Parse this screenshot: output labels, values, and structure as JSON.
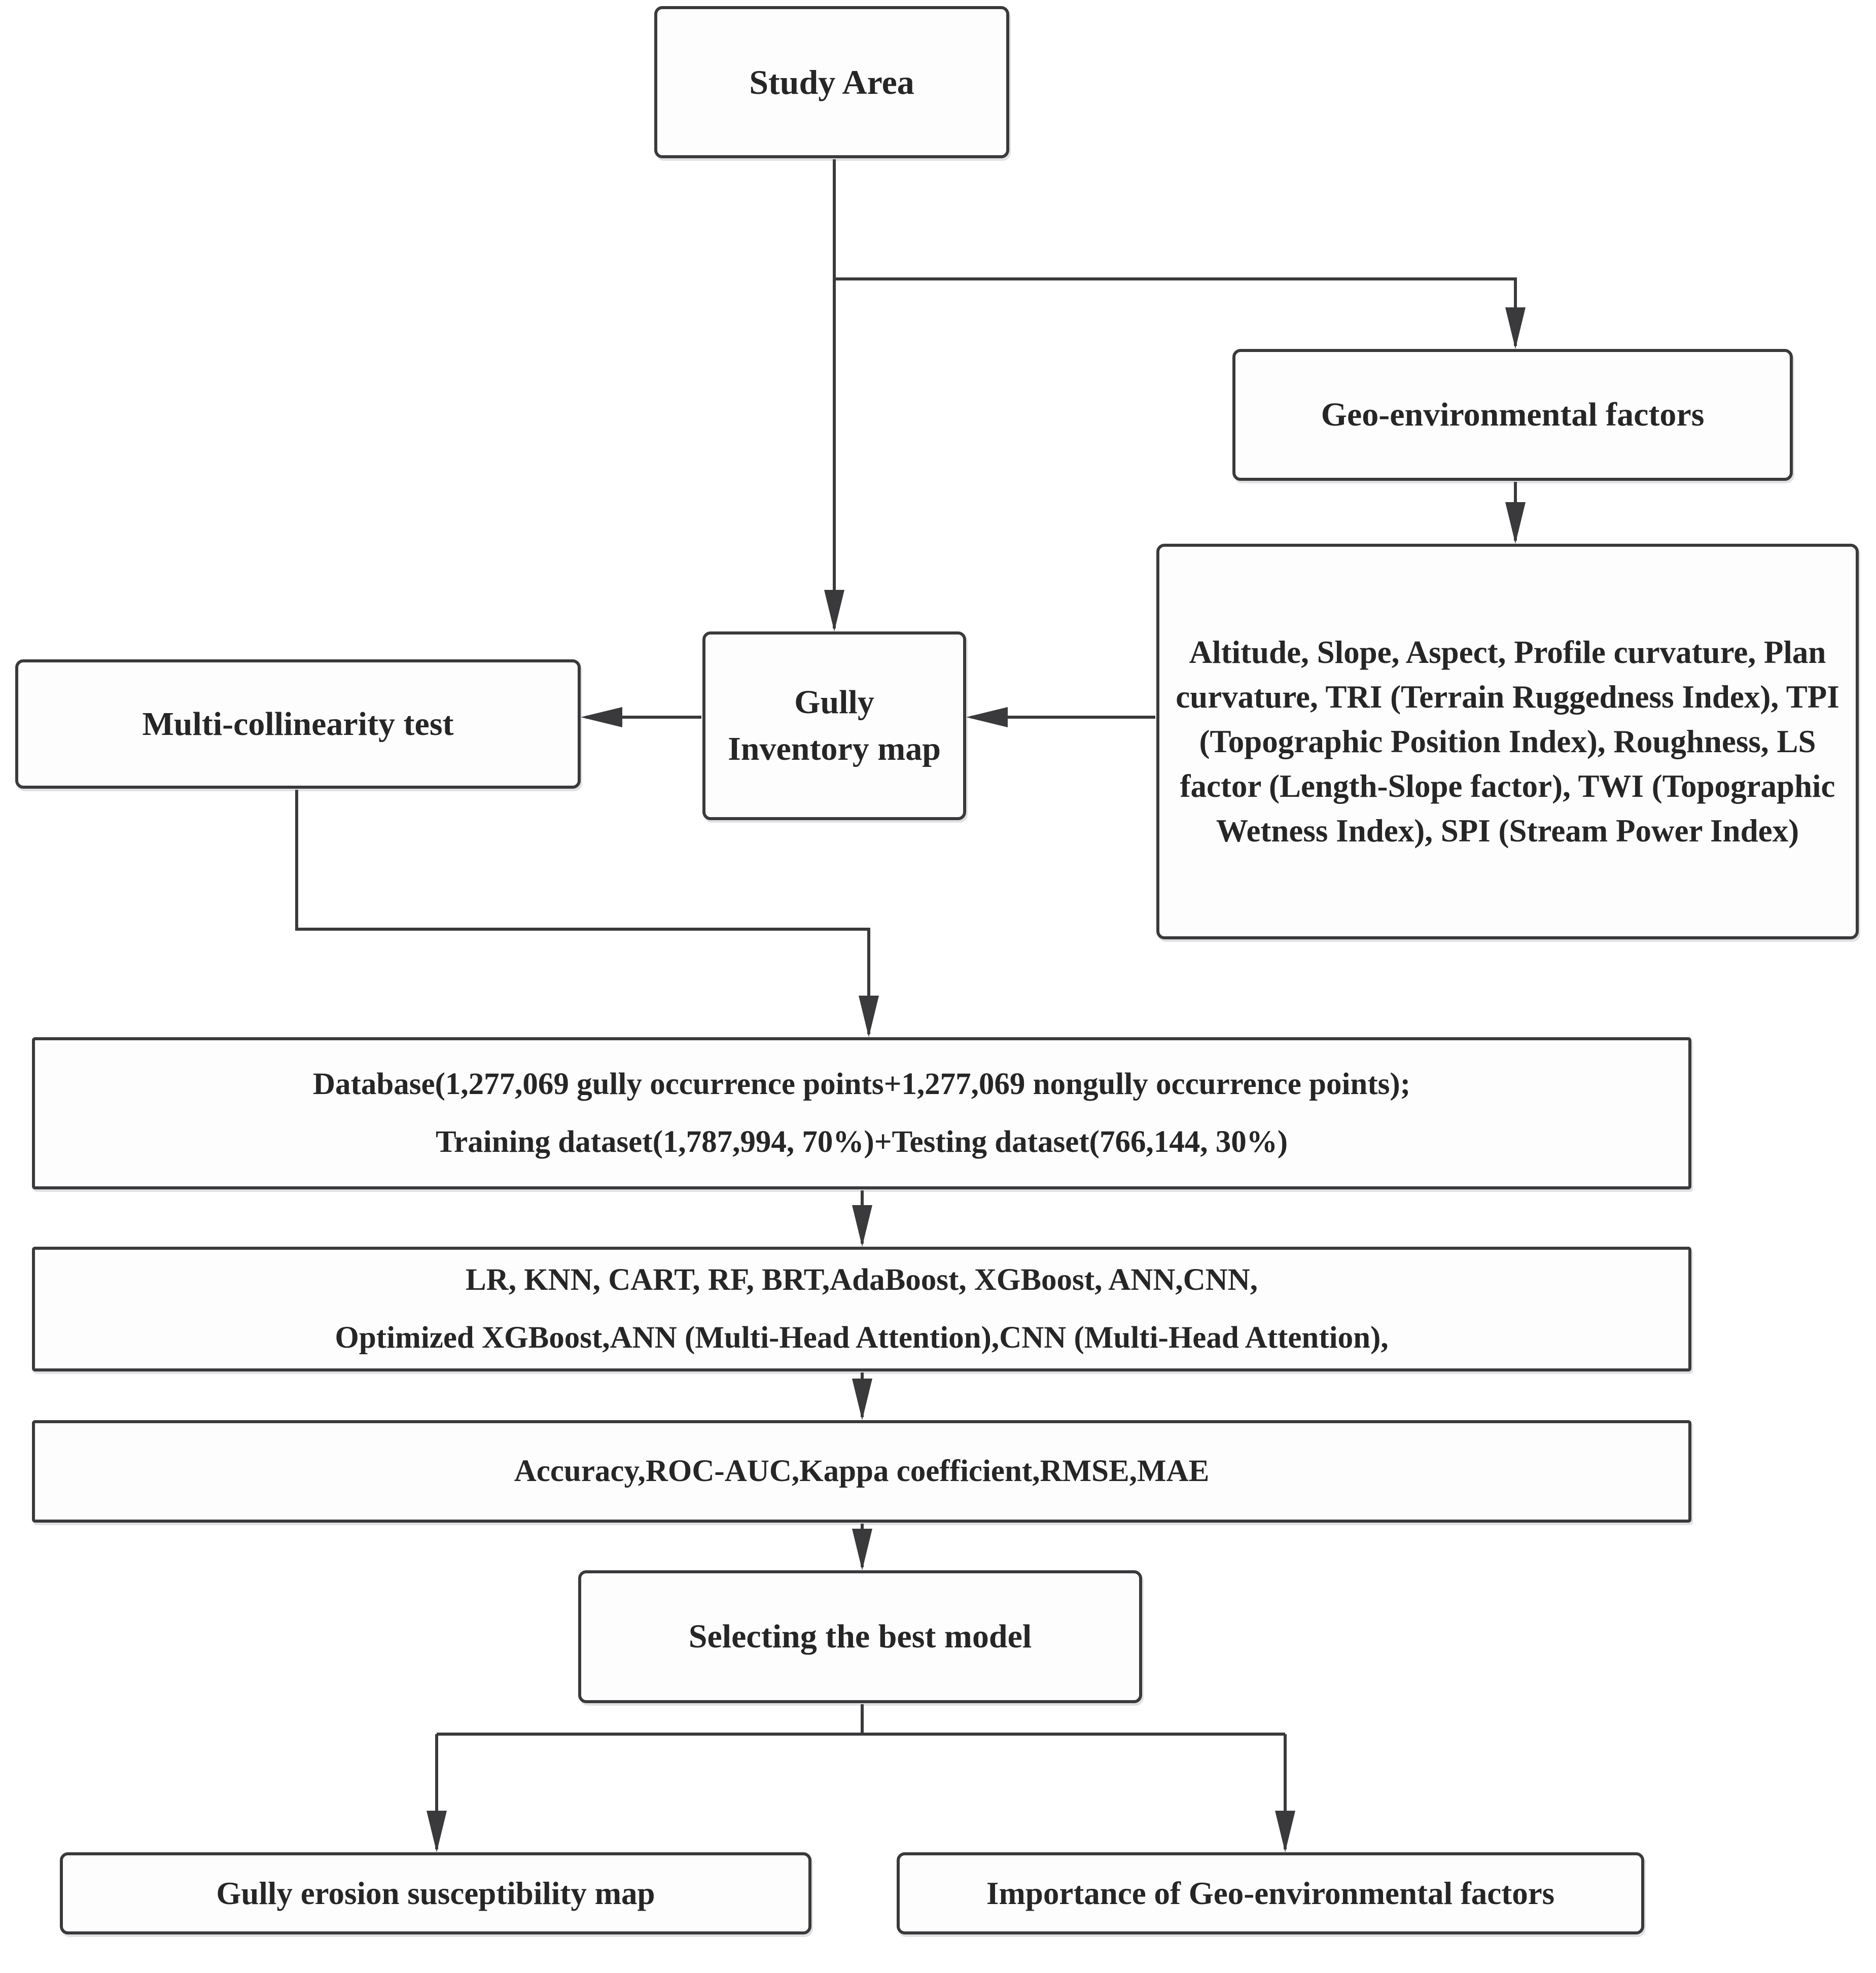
{
  "diagram": {
    "type": "flowchart",
    "topic": "Gully erosion susceptibility modeling workflow",
    "nodes": {
      "study_area": {
        "label": "Study Area"
      },
      "geo_env": {
        "label": "Geo-environmental factors"
      },
      "factors": {
        "label": "Altitude, Slope, Aspect, Profile curvature, Plan curvature, TRI (Terrain Ruggedness Index), TPI (Topographic Position Index), Roughness, LS factor (Length-Slope factor), TWI (Topographic Wetness Index), SPI (Stream Power Index)"
      },
      "gully_inventory": {
        "line1": "Gully",
        "line2": "Inventory map"
      },
      "multi_collinearity": {
        "label": "Multi-collinearity test"
      },
      "database": {
        "line1": "Database(1,277,069 gully occurrence points+1,277,069 nongully occurrence points);",
        "line2": "Training dataset(1,787,994, 70%)+Testing dataset(766,144, 30%)"
      },
      "models": {
        "line1": "LR, KNN, CART, RF, BRT,AdaBoost, XGBoost, ANN,CNN,",
        "line2": "Optimized XGBoost,ANN (Multi-Head Attention),CNN (Multi-Head Attention),"
      },
      "evaluation_metrics": {
        "label": "Accuracy,ROC-AUC,Kappa coefficient,RMSE,MAE"
      },
      "selecting_best": {
        "label": "Selecting the best model"
      },
      "susceptibility_map": {
        "label": "Gully erosion susceptibility map"
      },
      "importance_factors": {
        "label": "Importance of Geo-environmental factors"
      }
    },
    "edges": [
      "study_area -> gully_inventory",
      "study_area -> geo_env",
      "geo_env -> factors",
      "factors -> gully_inventory",
      "gully_inventory -> multi_collinearity",
      "multi_collinearity -> database",
      "database -> models",
      "models -> evaluation_metrics",
      "evaluation_metrics -> selecting_best",
      "selecting_best -> susceptibility_map",
      "selecting_best -> importance_factors"
    ],
    "colors": {
      "border": "#3a3a3c",
      "line": "#3a3a3c",
      "text": "#262626",
      "box_bg": "#fdfdfe",
      "page_bg": "#ffffff"
    }
  }
}
